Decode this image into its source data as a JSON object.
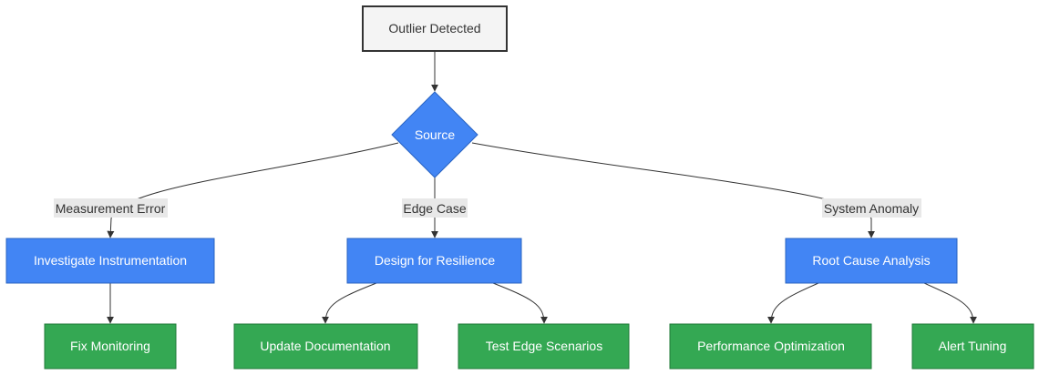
{
  "colors": {
    "start_fill": "#f4f4f4",
    "start_stroke": "#333333",
    "start_text": "#333333",
    "process_fill": "#4285f4",
    "process_stroke": "#2a64c2",
    "process_text": "#ffffff",
    "action_fill": "#34a853",
    "action_stroke": "#217a3a",
    "action_text": "#ffffff"
  },
  "nodes": {
    "outlier_detected": "Outlier Detected",
    "source": "Source",
    "investigate_instrumentation": "Investigate Instrumentation",
    "design_for_resilience": "Design for Resilience",
    "root_cause_analysis": "Root Cause Analysis",
    "fix_monitoring": "Fix Monitoring",
    "update_documentation": "Update Documentation",
    "test_edge_scenarios": "Test Edge Scenarios",
    "performance_optimization": "Performance Optimization",
    "alert_tuning": "Alert Tuning"
  },
  "edge_labels": {
    "measurement_error": "Measurement Error",
    "edge_case": "Edge Case",
    "system_anomaly": "System Anomaly"
  }
}
